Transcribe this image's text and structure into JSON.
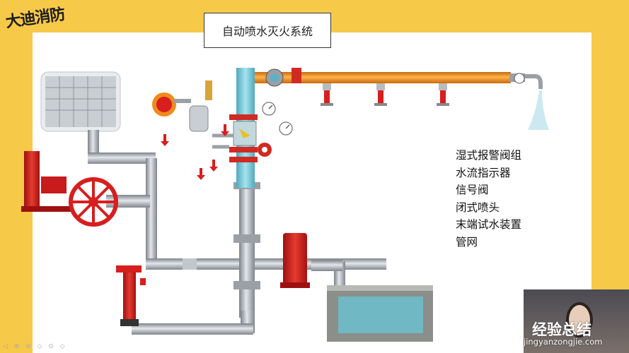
{
  "title": "自动喷水灭火系统",
  "logo_text": "大迪消防",
  "legend": [
    "湿式报警阀组",
    "水流指示器",
    "信号阀",
    "闭式喷头",
    "末端试水装置",
    "管网"
  ],
  "watermark": {
    "brand": "经验总结",
    "url": "jingyanzongjie.com"
  },
  "toolbar_icons": "◁ ⊕ ⊘ ◇ ⊙ ◇",
  "colors": {
    "background": "#f7c948",
    "pipe": "#a9adb3",
    "sprinkler_pipe": "#f08a1c",
    "riser": "#6fc6d8",
    "pump_red": "#d81e1e",
    "water": "#6fb8c4"
  },
  "icons": [
    "water-tank-icon",
    "pump-set-icon",
    "handwheel-valve-icon",
    "fire-hydrant-icon",
    "vertical-pump-icon",
    "reservoir-icon",
    "alarm-bell-icon",
    "delay-chamber-icon",
    "pressure-gauge-icon",
    "sprinkler-head-icon",
    "test-valve-icon",
    "presenter-icon"
  ]
}
